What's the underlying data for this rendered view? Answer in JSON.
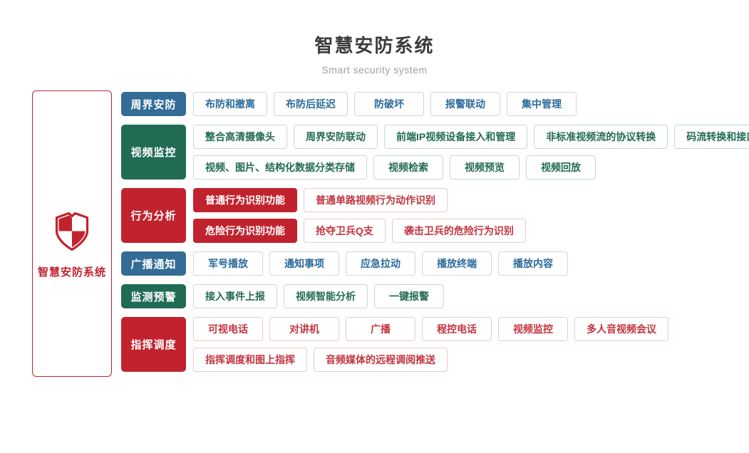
{
  "header": {
    "title": "智慧安防系统",
    "subtitle": "Smart security system"
  },
  "left_panel": {
    "icon": "shield-icon",
    "label": "智慧安防系统"
  },
  "colors": {
    "blue": "#336c96",
    "green": "#206b53",
    "red": "#c1232e",
    "chip_text_blue": "#2b6b9b",
    "chip_text_green": "#226b53",
    "chip_text_red": "#c23540"
  },
  "groups": [
    {
      "id": "perimeter-security",
      "label": "周界安防",
      "color": "blue",
      "rows": [
        [
          {
            "t": "布防和撤离"
          },
          {
            "t": "布防后延迟"
          },
          {
            "t": "防破坏"
          },
          {
            "t": "报警联动"
          },
          {
            "t": "集中管理"
          }
        ]
      ]
    },
    {
      "id": "video-surveillance",
      "label": "视频监控",
      "color": "green",
      "rows": [
        [
          {
            "t": "整合高清摄像头"
          },
          {
            "t": "周界安防联动"
          },
          {
            "t": "前端IP视频设备接入和管理"
          },
          {
            "t": "非标准视频流的协议转换"
          },
          {
            "t": "码流转换和接口转换"
          }
        ],
        [
          {
            "t": "视频、图片、结构化数据分类存储"
          },
          {
            "t": "视频检索"
          },
          {
            "t": "视频预览"
          },
          {
            "t": "视频回放"
          }
        ]
      ]
    },
    {
      "id": "behavior-analysis",
      "label": "行为分析",
      "color": "red",
      "rows": [
        [
          {
            "t": "普通行为识别功能",
            "solid": true
          },
          {
            "t": "普通单路视频行为动作识别"
          }
        ],
        [
          {
            "t": "危险行为识别功能",
            "solid": true
          },
          {
            "t": "抢夺卫兵Q支"
          },
          {
            "t": "袭击卫兵的危险行为识别"
          }
        ]
      ]
    },
    {
      "id": "broadcast-notice",
      "label": "广播通知",
      "color": "blue",
      "rows": [
        [
          {
            "t": "军号播放"
          },
          {
            "t": "通知事项"
          },
          {
            "t": "应急拉动"
          },
          {
            "t": "播放终端"
          },
          {
            "t": "播放内容"
          }
        ]
      ]
    },
    {
      "id": "monitoring-warning",
      "label": "监测预警",
      "color": "green",
      "rows": [
        [
          {
            "t": "接入事件上报"
          },
          {
            "t": "视频智能分析"
          },
          {
            "t": "一键报警"
          }
        ]
      ]
    },
    {
      "id": "command-dispatch",
      "label": "指挥调度",
      "color": "red",
      "rows": [
        [
          {
            "t": "可视电话"
          },
          {
            "t": "对讲机"
          },
          {
            "t": "广播"
          },
          {
            "t": "程控电话"
          },
          {
            "t": "视频监控"
          },
          {
            "t": "多人音视频会议"
          }
        ],
        [
          {
            "t": "指挥调度和图上指挥"
          },
          {
            "t": "音频媒体的远程调阅推送"
          }
        ]
      ]
    }
  ]
}
